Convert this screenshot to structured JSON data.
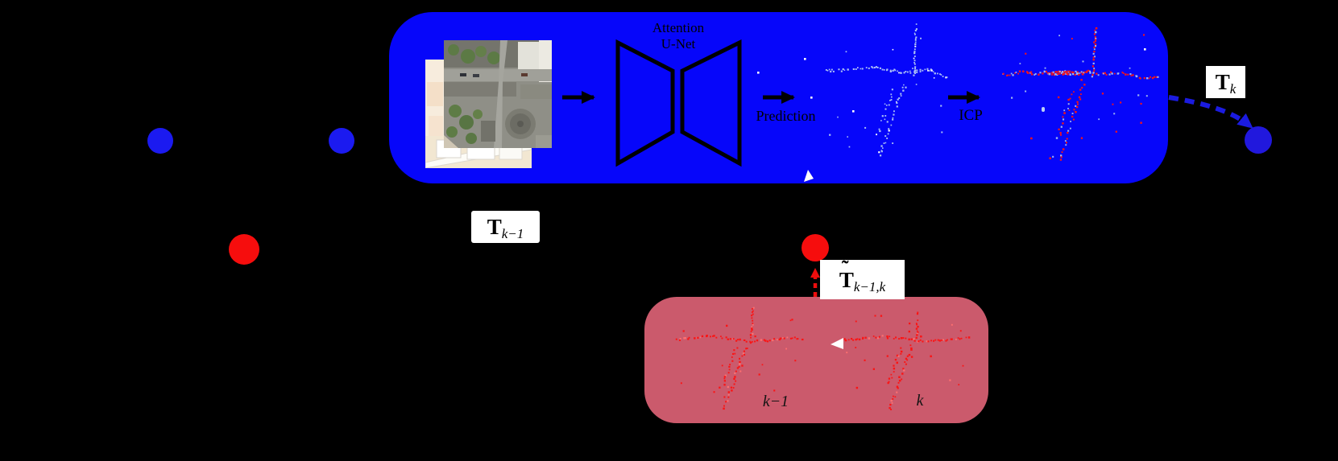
{
  "figure": {
    "colors": {
      "background": "#000000",
      "pipeline_box": "#0606fa",
      "odometry_box": "#cb5a6c",
      "node_blue": "#1b1af0",
      "node_blue_result": "#2118dd",
      "node_red": "#f60d0d",
      "cloud_light_blue": "#a9bdf6",
      "cloud_red": "#fb1414",
      "dashed_blue_arrow": "#1b1be0",
      "dashed_red_arrow": "#ee0d0d",
      "label_background": "#ffffff",
      "text": "#000000"
    },
    "pipeline": {
      "unet_label_line1": "Attention",
      "unet_label_line2": "U-Net",
      "prediction_arrow_label": "Prediction",
      "icp_arrow_label": "ICP"
    },
    "transforms": {
      "t_prev": {
        "tilde": "",
        "main": "T",
        "sub": "k−1"
      },
      "t_current": {
        "tilde": "˜",
        "main": "T",
        "sub": "k"
      },
      "t_relative": {
        "tilde": "˜",
        "main": "T",
        "sub": "k−1,k"
      }
    },
    "odometry": {
      "scan_prev_label": "k−1",
      "scan_curr_label": "k"
    }
  }
}
